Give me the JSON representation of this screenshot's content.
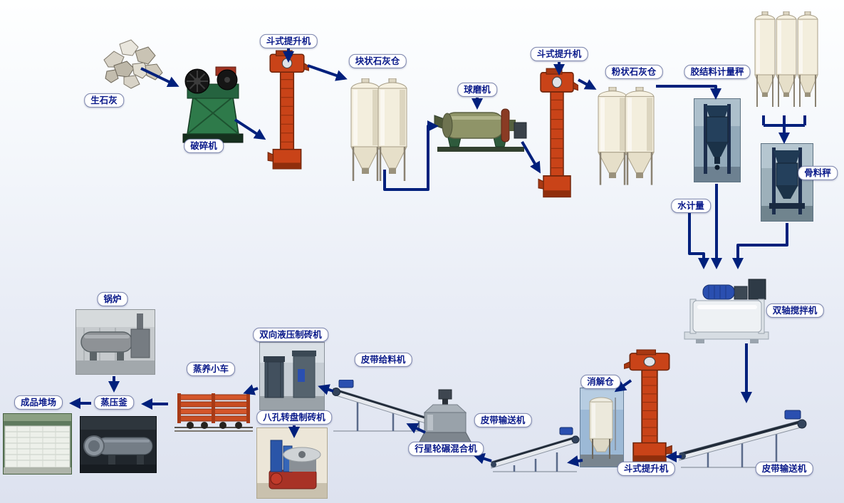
{
  "colors": {
    "background_top": "#feffff",
    "background_bottom": "#dde2ef",
    "arrow": "#00207c",
    "label_text": "#0a1a8a",
    "label_background": "#ffffff",
    "label_border": "#7d86ae",
    "elevator_red": "#c94318",
    "silo_cream": "#f3eedd",
    "crusher_green": "#2e7a4a",
    "motor_blue": "#2a4fb0"
  },
  "labels": {
    "quicklime": "生石灰",
    "crusher": "破碎机",
    "bucket_elevator_1": "斗式提升机",
    "lump_lime_silo": "块状石灰仓",
    "ball_mill": "球磨机",
    "bucket_elevator_2": "斗式提升机",
    "powder_lime_silo": "粉状石灰仓",
    "binder_metering_scale": "胶结料计量秤",
    "aggregate_scale": "骨料秤",
    "water_metering": "水计量",
    "twin_shaft_mixer": "双轴搅拌机",
    "belt_conveyor_right": "皮带输送机",
    "bucket_elevator_3": "斗式提升机",
    "digestion_silo": "消解仓",
    "belt_conveyor_mid": "皮带输送机",
    "planetary_mixer": "行星轮碾混合机",
    "belt_feeder": "皮带给料机",
    "hydraulic_brick_machine": "双向液压制砖机",
    "rotary_brick_machine": "八孔转盘制砖机",
    "steam_curing_cart": "蒸养小车",
    "autoclave": "蒸压釜",
    "boiler": "锅炉",
    "product_yard": "成品堆场"
  },
  "connections": [
    [
      "quicklime",
      "crusher"
    ],
    [
      "crusher",
      "bucket_elevator_1"
    ],
    [
      "bucket_elevator_1",
      "lump_lime_silo"
    ],
    [
      "lump_lime_silo",
      "ball_mill"
    ],
    [
      "ball_mill",
      "bucket_elevator_2"
    ],
    [
      "bucket_elevator_2",
      "powder_lime_silo"
    ],
    [
      "powder_lime_silo",
      "binder_metering_scale"
    ],
    [
      "aggregate_silos",
      "aggregate_scale"
    ],
    [
      "binder_metering_scale",
      "twin_shaft_mixer"
    ],
    [
      "water_metering",
      "twin_shaft_mixer"
    ],
    [
      "aggregate_scale",
      "twin_shaft_mixer"
    ],
    [
      "twin_shaft_mixer",
      "belt_conveyor_right"
    ],
    [
      "belt_conveyor_right",
      "bucket_elevator_3"
    ],
    [
      "bucket_elevator_3",
      "digestion_silo"
    ],
    [
      "digestion_silo",
      "belt_conveyor_mid"
    ],
    [
      "belt_conveyor_mid",
      "planetary_mixer"
    ],
    [
      "planetary_mixer",
      "belt_feeder"
    ],
    [
      "belt_feeder",
      "hydraulic_brick_machine"
    ],
    [
      "belt_feeder",
      "rotary_brick_machine"
    ],
    [
      "hydraulic_brick_machine",
      "steam_curing_cart"
    ],
    [
      "steam_curing_cart",
      "autoclave"
    ],
    [
      "boiler",
      "autoclave"
    ],
    [
      "autoclave",
      "product_yard"
    ]
  ]
}
